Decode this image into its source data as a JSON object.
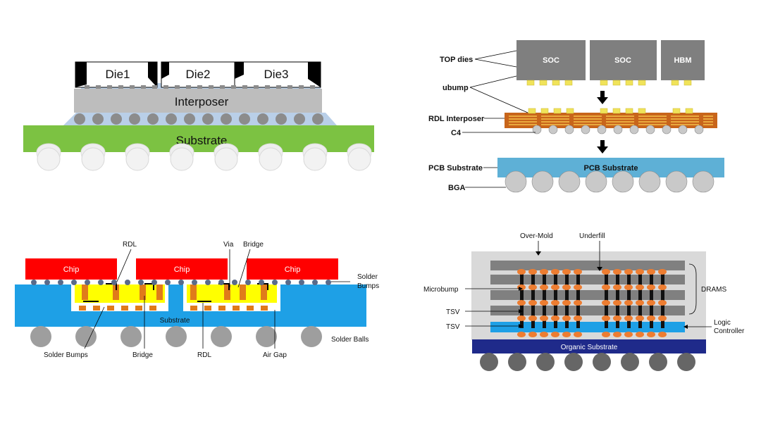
{
  "panel1": {
    "dies": [
      "Die1",
      "Die2",
      "Die3"
    ],
    "interposer": "Interposer",
    "substrate": "Substrate",
    "colors": {
      "interposer": "#bdbdbd",
      "substrate": "#7cc242",
      "underfill": "#b9cfe8",
      "die_edge": "#000000"
    }
  },
  "panel2": {
    "chips": [
      "SOC",
      "SOC",
      "HBM"
    ],
    "labels": {
      "top_dies": "TOP dies",
      "ubump": "ubump",
      "rdl_interposer": "RDL Interposer",
      "c4": "C4",
      "pcb_substrate": "PCB Substrate",
      "bga": "BGA"
    },
    "pcb_text": "PCB Substrate",
    "colors": {
      "chip": "#7f7f7f",
      "rdl": "#c8651b",
      "pcb": "#5eb0d6",
      "bump": "#f0e35a"
    }
  },
  "panel3": {
    "chip": "Chip",
    "substrate": "Substrate",
    "labels": {
      "rdl_top": "RDL",
      "via": "Via",
      "bridge_top": "Bridge",
      "solder_bumps_right": "Solder\nBumps",
      "solder_bumps_bottom": "Solder Bumps",
      "bridge_bottom": "Bridge",
      "rdl_bottom": "RDL",
      "air_gap": "Air Gap",
      "solder_balls": "Solder Balls"
    },
    "colors": {
      "chip": "#ff0000",
      "substrate": "#1ea0e6",
      "bridge": "#ffff00",
      "via": "#e07b1a"
    }
  },
  "panel4": {
    "labels": {
      "over_mold": "Over-Mold",
      "underfill": "Underfill",
      "microbump": "Microbump",
      "tsv_1": "TSV",
      "tsv_2": "TSV",
      "drams": "DRAMS",
      "logic_controller": "Logic\nController"
    },
    "organic_substrate": "Organic Substrate",
    "colors": {
      "dram": "#808080",
      "mold": "#d9d9d9",
      "logic": "#1ea0e6",
      "substrate": "#1f2a8a",
      "bump": "#ed7d31"
    }
  }
}
